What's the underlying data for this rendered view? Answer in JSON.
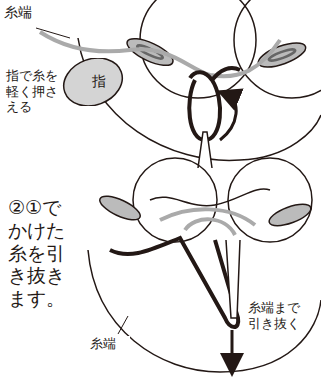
{
  "diagram": {
    "nodes": [
      {
        "text": [
          "指"
        ]
      }
    ],
    "labels": [
      "糸端",
      "指で糸を軽く押さえる",
      "②①でかけた糸を引き抜きます。",
      "糸端",
      "糸端まで引き抜く"
    ]
  }
}
